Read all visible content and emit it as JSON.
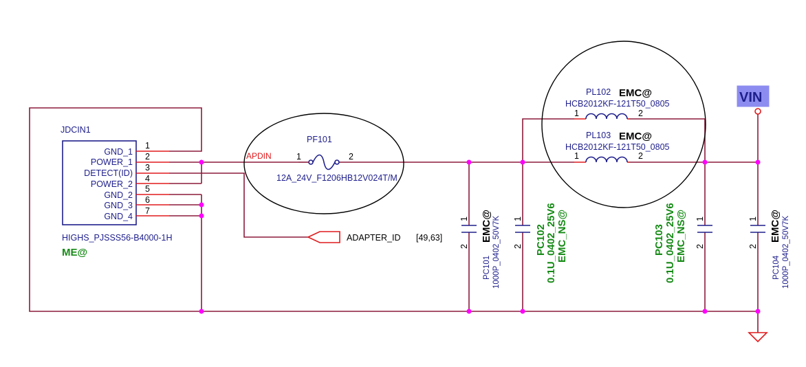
{
  "connector": {
    "refdes": "JDCIN1",
    "part": "HIGHS_PJSSS56-B4000-1H",
    "tag": "ME@",
    "pins": [
      {
        "name": "GND_1",
        "num": "1"
      },
      {
        "name": "POWER_1",
        "num": "2"
      },
      {
        "name": "DETECT(ID)",
        "num": "3"
      },
      {
        "name": "POWER_2",
        "num": "4"
      },
      {
        "name": "GND_2",
        "num": "5"
      },
      {
        "name": "GND_3",
        "num": "6"
      },
      {
        "name": "GND_4",
        "num": "7"
      }
    ]
  },
  "net_apdin": "APDIN",
  "fuse": {
    "refdes": "PF101",
    "value": "12A_24V_F1206HB12V024T/M",
    "pin1": "1",
    "pin2": "2"
  },
  "adapter": {
    "label": "ADAPTER_ID",
    "ref": "[49,63]"
  },
  "inductors": [
    {
      "refdes": "PL102",
      "tag": "EMC@",
      "value": "HCB2012KF-121T50_0805",
      "pin1": "1",
      "pin2": "2"
    },
    {
      "refdes": "PL103",
      "tag": "EMC@",
      "value": "HCB2012KF-121T50_0805",
      "pin1": "1",
      "pin2": "2"
    }
  ],
  "caps": [
    {
      "refdes": "PC101",
      "value": "1000P_0402_50V7K",
      "tag": "EMC@",
      "pin1": "1",
      "pin2": "2"
    },
    {
      "refdes": "PC102",
      "value": "0.1U_0402_25V6",
      "tag": "EMC_NS@",
      "pin1": "1",
      "pin2": "2"
    },
    {
      "refdes": "PC103",
      "value": "0.1U_0402_25V6",
      "tag": "EMC_NS@",
      "pin1": "1",
      "pin2": "2"
    },
    {
      "refdes": "PC104",
      "value": "1000P_0402_50V7K",
      "tag": "EMC@",
      "pin1": "1",
      "pin2": "2"
    }
  ],
  "vin": "VIN",
  "colors": {
    "wire": "#8b1a3a",
    "part": "#1e1e8c",
    "pin": "#e0191b",
    "junction": "#ff00ff",
    "green": "#168a16"
  }
}
